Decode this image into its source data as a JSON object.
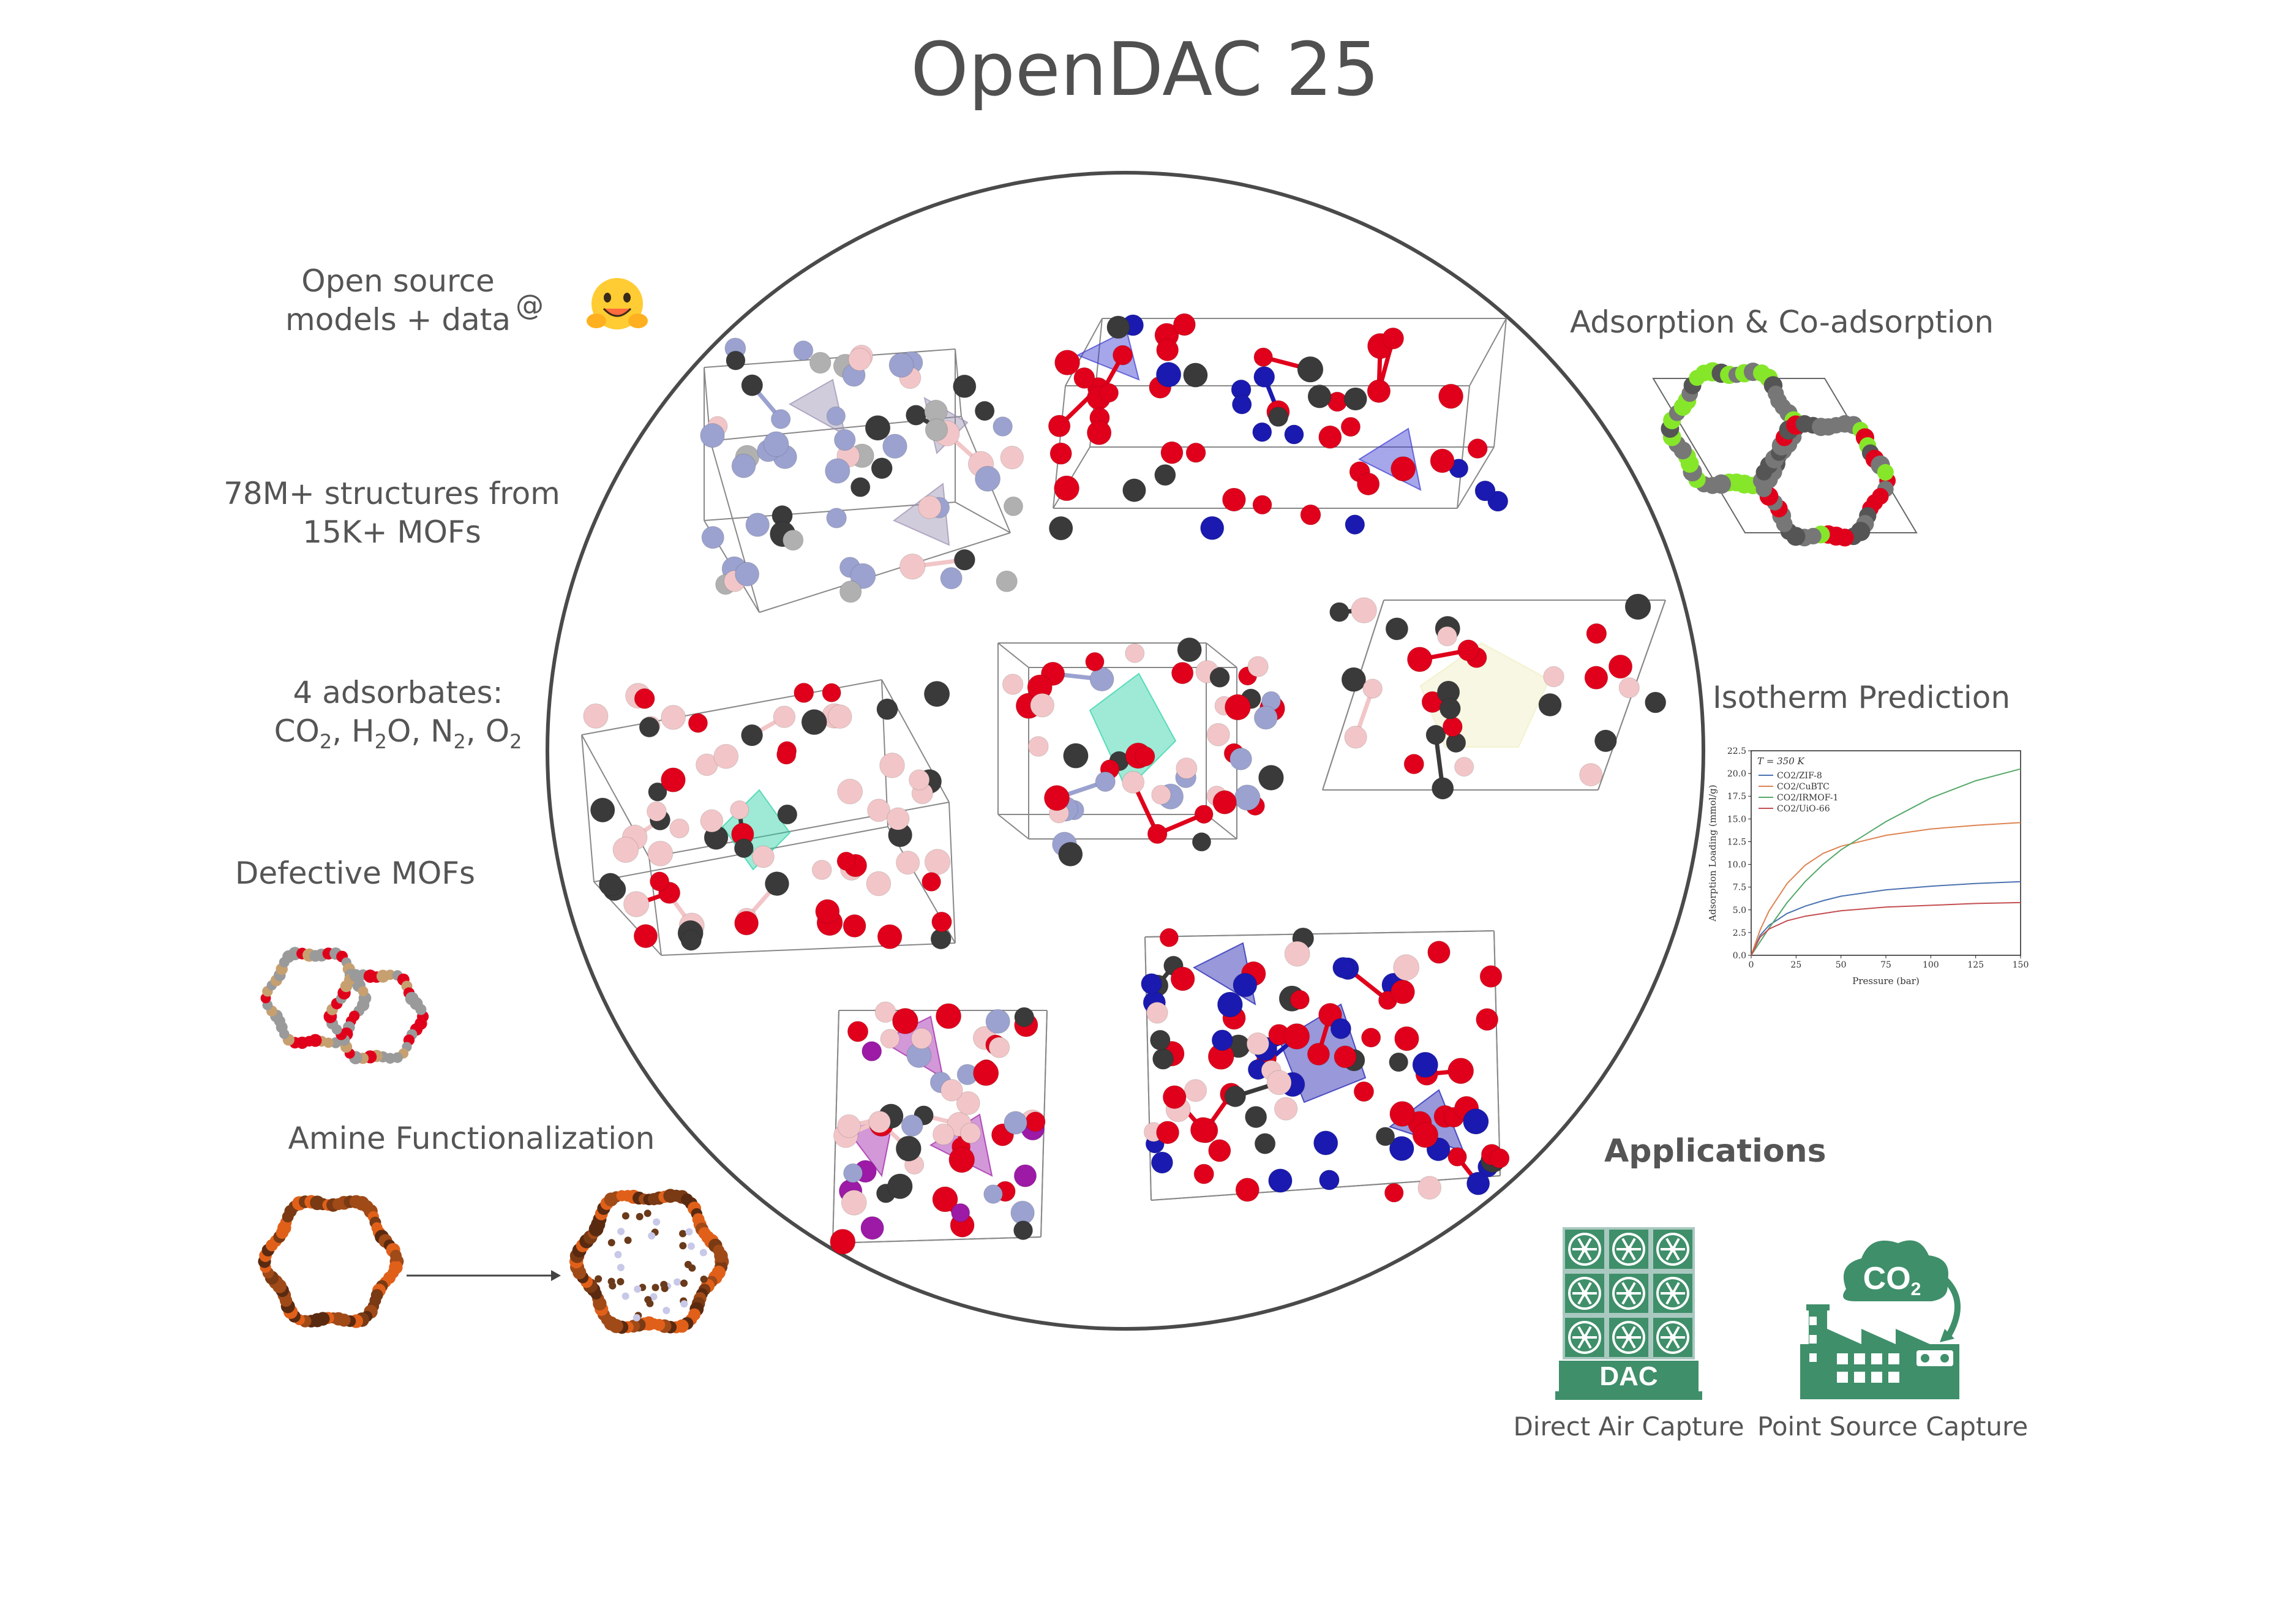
{
  "title": "OpenDAC 25",
  "features": {
    "open_source_line1": "Open source",
    "open_source_line2": "models + data",
    "at_symbol": "@",
    "structures_line1": "78M+ structures from",
    "structures_line2": "15K+ MOFs",
    "adsorbates_title": "4 adsorbates:",
    "defective": "Defective MOFs",
    "amine": "Amine Functionalization"
  },
  "adsorbates": [
    {
      "base": "CO",
      "sub": "2",
      "sep": ", "
    },
    {
      "base": "H",
      "sub": "2",
      "tail": "O",
      "sep": ", "
    },
    {
      "base": "N",
      "sub": "2",
      "sep": ", "
    },
    {
      "base": "O",
      "sub": "2",
      "sep": ""
    }
  ],
  "right": {
    "adsorption": "Adsorption & Co-adsorption",
    "isotherm": "Isotherm Prediction"
  },
  "applications": {
    "title": "Applications",
    "dac_label": "Direct Air Capture",
    "dac_badge": "DAC",
    "psc_label": "Point Source Capture",
    "psc_cloud": "CO",
    "psc_cloud_sub": "2"
  },
  "chart_data": {
    "type": "line",
    "annotation": "T = 350 K",
    "xlabel": "Pressure (bar)",
    "ylabel": "Adsorption Loading (mmol/g)",
    "xlim": [
      0,
      150
    ],
    "ylim": [
      0,
      22.5
    ],
    "xticks": [
      0,
      25,
      50,
      75,
      100,
      125,
      150
    ],
    "yticks": [
      0.0,
      2.5,
      5.0,
      7.5,
      10.0,
      12.5,
      15.0,
      17.5,
      20.0,
      22.5
    ],
    "series": [
      {
        "name": "CO2/ZIF-8",
        "color": "#4c72b0",
        "x": [
          0,
          5,
          10,
          20,
          30,
          40,
          50,
          75,
          100,
          125,
          150
        ],
        "y": [
          0,
          2.2,
          3.3,
          4.6,
          5.4,
          6.0,
          6.5,
          7.2,
          7.6,
          7.9,
          8.1
        ]
      },
      {
        "name": "CO2/CuBTC",
        "color": "#dd8452",
        "x": [
          0,
          5,
          10,
          20,
          30,
          40,
          50,
          75,
          100,
          125,
          150
        ],
        "y": [
          0,
          2.8,
          4.9,
          7.9,
          9.9,
          11.2,
          12.0,
          13.2,
          13.9,
          14.3,
          14.6
        ]
      },
      {
        "name": "CO2/IRMOF-1",
        "color": "#55a868",
        "x": [
          0,
          5,
          10,
          20,
          30,
          40,
          50,
          75,
          100,
          125,
          150
        ],
        "y": [
          0,
          1.5,
          3.0,
          5.8,
          8.1,
          10.0,
          11.6,
          14.7,
          17.3,
          19.2,
          20.5
        ]
      },
      {
        "name": "CO2/UiO-66",
        "color": "#c44e52",
        "x": [
          0,
          5,
          10,
          20,
          30,
          40,
          50,
          75,
          100,
          125,
          150
        ],
        "y": [
          0,
          2.0,
          2.9,
          3.8,
          4.3,
          4.6,
          4.9,
          5.3,
          5.5,
          5.7,
          5.8
        ]
      }
    ]
  },
  "colors": {
    "text": "#555555",
    "circle": "#4a4a4a",
    "oxygen": "#e0001b",
    "carbon": "#3a3a3a",
    "hydrogen": "#f2c6c8",
    "nitrogen": "#9ba2cf",
    "metal_blue": "#1a1ab0",
    "teal": "#2ad1a5",
    "magenta": "#9c1aa6",
    "lime": "#86e62a",
    "app_green": "#3f8f6a"
  }
}
